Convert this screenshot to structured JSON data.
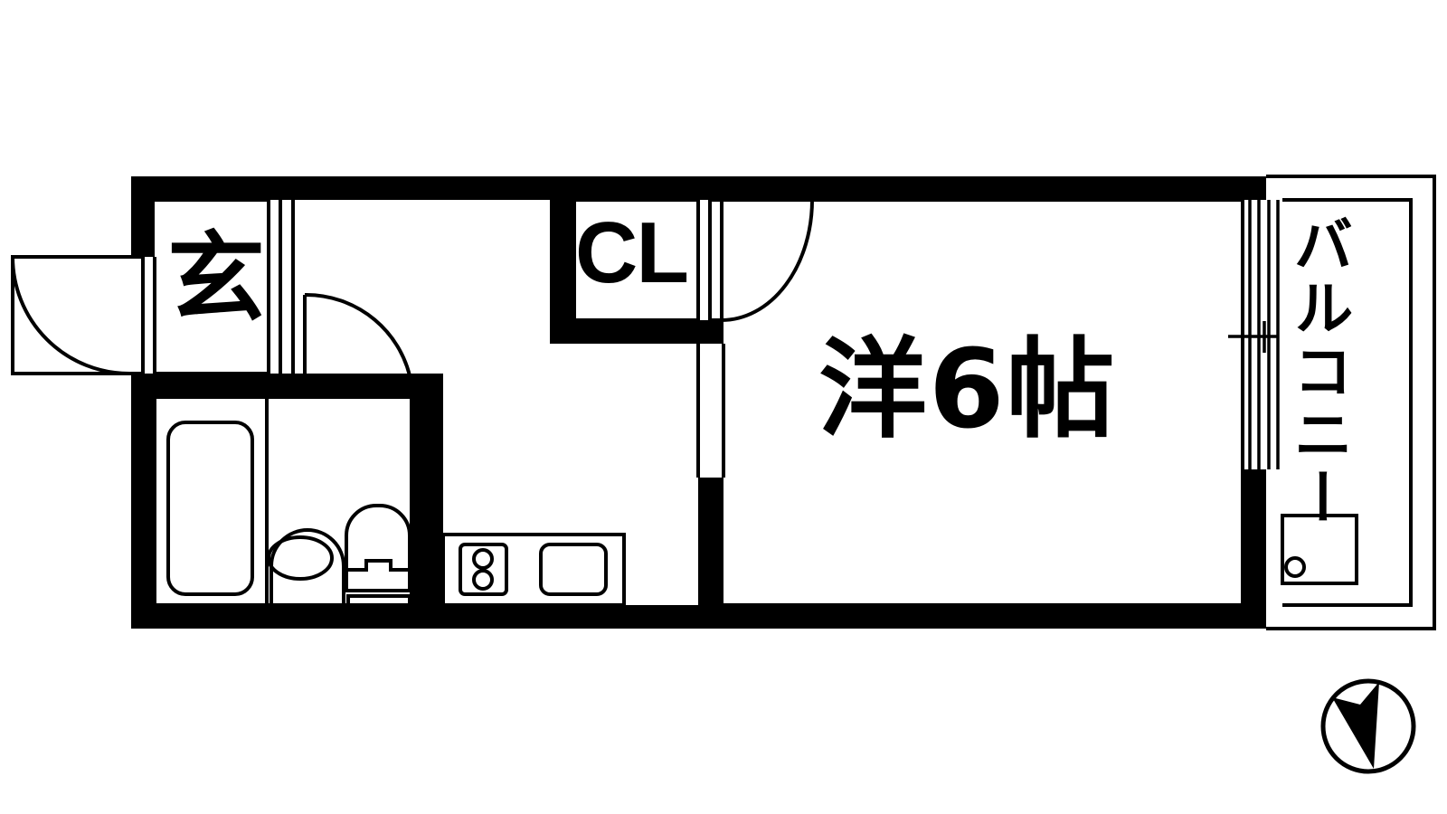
{
  "plan": {
    "title": "Apartment Floor Plan",
    "type": "1K Japanese apartment layout",
    "background_color": "#ffffff",
    "line_color": "#000000",
    "wall_fill": "#000000"
  },
  "labels": {
    "genkan": "玄",
    "closet": "CL",
    "main_room": "洋6帖",
    "balcony": "バルコニー"
  },
  "rooms": [
    {
      "id": "genkan",
      "label": "玄",
      "meaning": "entrance"
    },
    {
      "id": "closet",
      "label": "CL",
      "meaning": "closet"
    },
    {
      "id": "main_room",
      "label": "洋6帖",
      "meaning": "western room 6 tatami"
    },
    {
      "id": "balcony",
      "label": "バルコニー",
      "meaning": "balcony"
    }
  ],
  "fixtures": [
    {
      "name": "bathtub",
      "room": "unit-bath"
    },
    {
      "name": "washbasin",
      "room": "unit-bath"
    },
    {
      "name": "toilet",
      "room": "unit-bath"
    },
    {
      "name": "stove-two-burner",
      "room": "kitchen"
    },
    {
      "name": "kitchen-sink",
      "room": "kitchen"
    },
    {
      "name": "balcony-drain",
      "room": "balcony"
    }
  ],
  "doors": [
    {
      "name": "entrance-door",
      "type": "swing",
      "room": "genkan"
    },
    {
      "name": "bath-door",
      "type": "swing",
      "room": "unit-bath"
    },
    {
      "name": "closet-door",
      "type": "swing",
      "room": "closet"
    },
    {
      "name": "room-sliding-door",
      "type": "sliding",
      "room": "main_room"
    },
    {
      "name": "balcony-sliding-door",
      "type": "sliding",
      "room": "balcony"
    }
  ],
  "compass": {
    "name": "north-arrow",
    "direction": "north-northwest"
  }
}
